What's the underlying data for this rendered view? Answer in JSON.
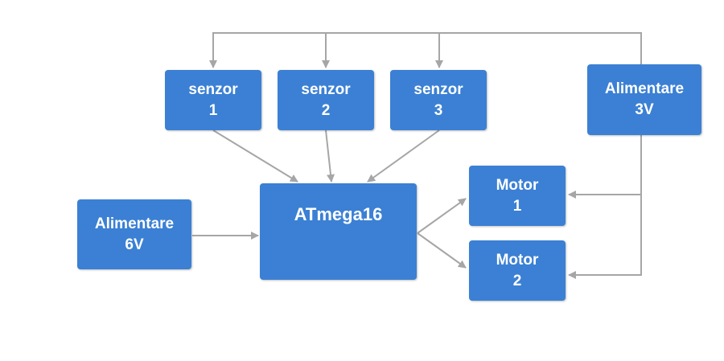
{
  "colors": {
    "box_fill": "#3b80d4",
    "box_text": "#ffffff",
    "connector": "#a6a6a6"
  },
  "nodes": {
    "senzor1": {
      "line1": "senzor",
      "line2": "1"
    },
    "senzor2": {
      "line1": "senzor",
      "line2": "2"
    },
    "senzor3": {
      "line1": "senzor",
      "line2": "3"
    },
    "alim3v": {
      "line1": "Alimentare",
      "line2": "3V"
    },
    "alim6v": {
      "line1": "Alimentare",
      "line2": "6V"
    },
    "atmega": {
      "line1": "ATmega16"
    },
    "motor1": {
      "line1": "Motor",
      "line2": "1"
    },
    "motor2": {
      "line1": "Motor",
      "line2": "2"
    }
  },
  "edges": [
    {
      "from": "alim3v",
      "to": "senzor1"
    },
    {
      "from": "alim3v",
      "to": "senzor2"
    },
    {
      "from": "alim3v",
      "to": "senzor3"
    },
    {
      "from": "alim3v",
      "to": "motor1"
    },
    {
      "from": "alim3v",
      "to": "motor2"
    },
    {
      "from": "senzor1",
      "to": "atmega"
    },
    {
      "from": "senzor2",
      "to": "atmega"
    },
    {
      "from": "senzor3",
      "to": "atmega"
    },
    {
      "from": "alim6v",
      "to": "atmega"
    },
    {
      "from": "atmega",
      "to": "motor1"
    },
    {
      "from": "atmega",
      "to": "motor2"
    }
  ]
}
